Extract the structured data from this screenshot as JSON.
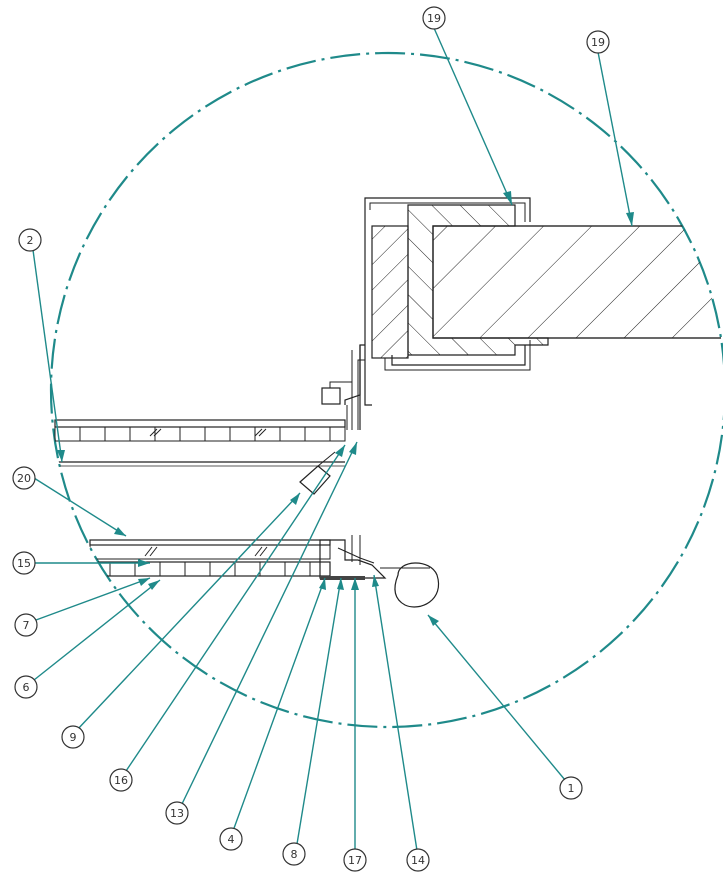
{
  "diagram": {
    "accent_color": "#1f8a8a",
    "line_color": "#222222",
    "callouts": [
      {
        "id": "19a",
        "label": "19"
      },
      {
        "id": "19b",
        "label": "19"
      },
      {
        "id": "2",
        "label": "2"
      },
      {
        "id": "20",
        "label": "20"
      },
      {
        "id": "15",
        "label": "15"
      },
      {
        "id": "7",
        "label": "7"
      },
      {
        "id": "6",
        "label": "6"
      },
      {
        "id": "9",
        "label": "9"
      },
      {
        "id": "16",
        "label": "16"
      },
      {
        "id": "13",
        "label": "13"
      },
      {
        "id": "4",
        "label": "4"
      },
      {
        "id": "8",
        "label": "8"
      },
      {
        "id": "17",
        "label": "17"
      },
      {
        "id": "14",
        "label": "14"
      },
      {
        "id": "1",
        "label": "1"
      }
    ]
  }
}
